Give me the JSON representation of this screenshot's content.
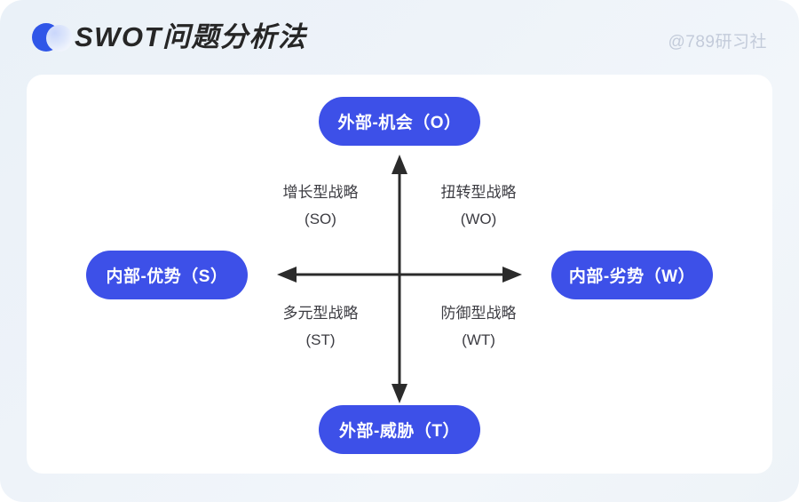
{
  "header": {
    "title": "SWOT问题分析法",
    "watermark": "@789研习社",
    "logo_name": "brand-double-circle-logo"
  },
  "colors": {
    "pill_blue": "#3d50e8",
    "title_dark": "#262626",
    "watermark_gray": "#c3cbda",
    "axis_dark": "#2b2b2b",
    "card_white": "#ffffff",
    "page_bg": "#eef3f8"
  },
  "diagram": {
    "pills": {
      "top": "外部-机会（O）",
      "right": "内部-劣势（W）",
      "bottom": "外部-威胁（T）",
      "left": "内部-优势（S）"
    },
    "quadrants": [
      {
        "name": "增长型战略",
        "code": "(SO)"
      },
      {
        "name": "扭转型战略",
        "code": "(WO)"
      },
      {
        "name": "多元型战略",
        "code": "(ST)"
      },
      {
        "name": "防御型战略",
        "code": "(WT)"
      }
    ]
  }
}
